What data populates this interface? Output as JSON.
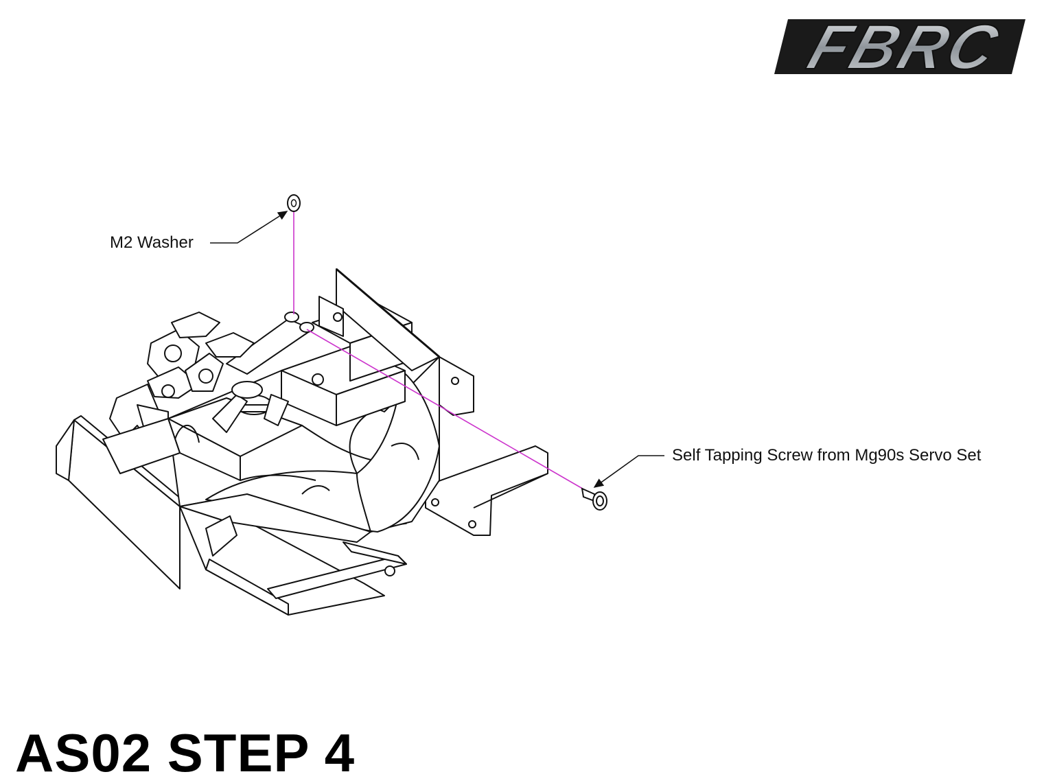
{
  "logo": {
    "text": "FBRC",
    "fill_color": "#9aa0a6",
    "outline_color": "#111111"
  },
  "callouts": {
    "washer": {
      "label": "M2 Washer"
    },
    "screw": {
      "label": "Self Tapping Screw from Mg90s Servo Set"
    }
  },
  "step_title": "AS02 STEP 4",
  "colors": {
    "leader_line": "#cc33cc",
    "drawing_line": "#111111",
    "background": "#ffffff"
  },
  "icons": [
    "washer-icon",
    "screw-icon"
  ]
}
